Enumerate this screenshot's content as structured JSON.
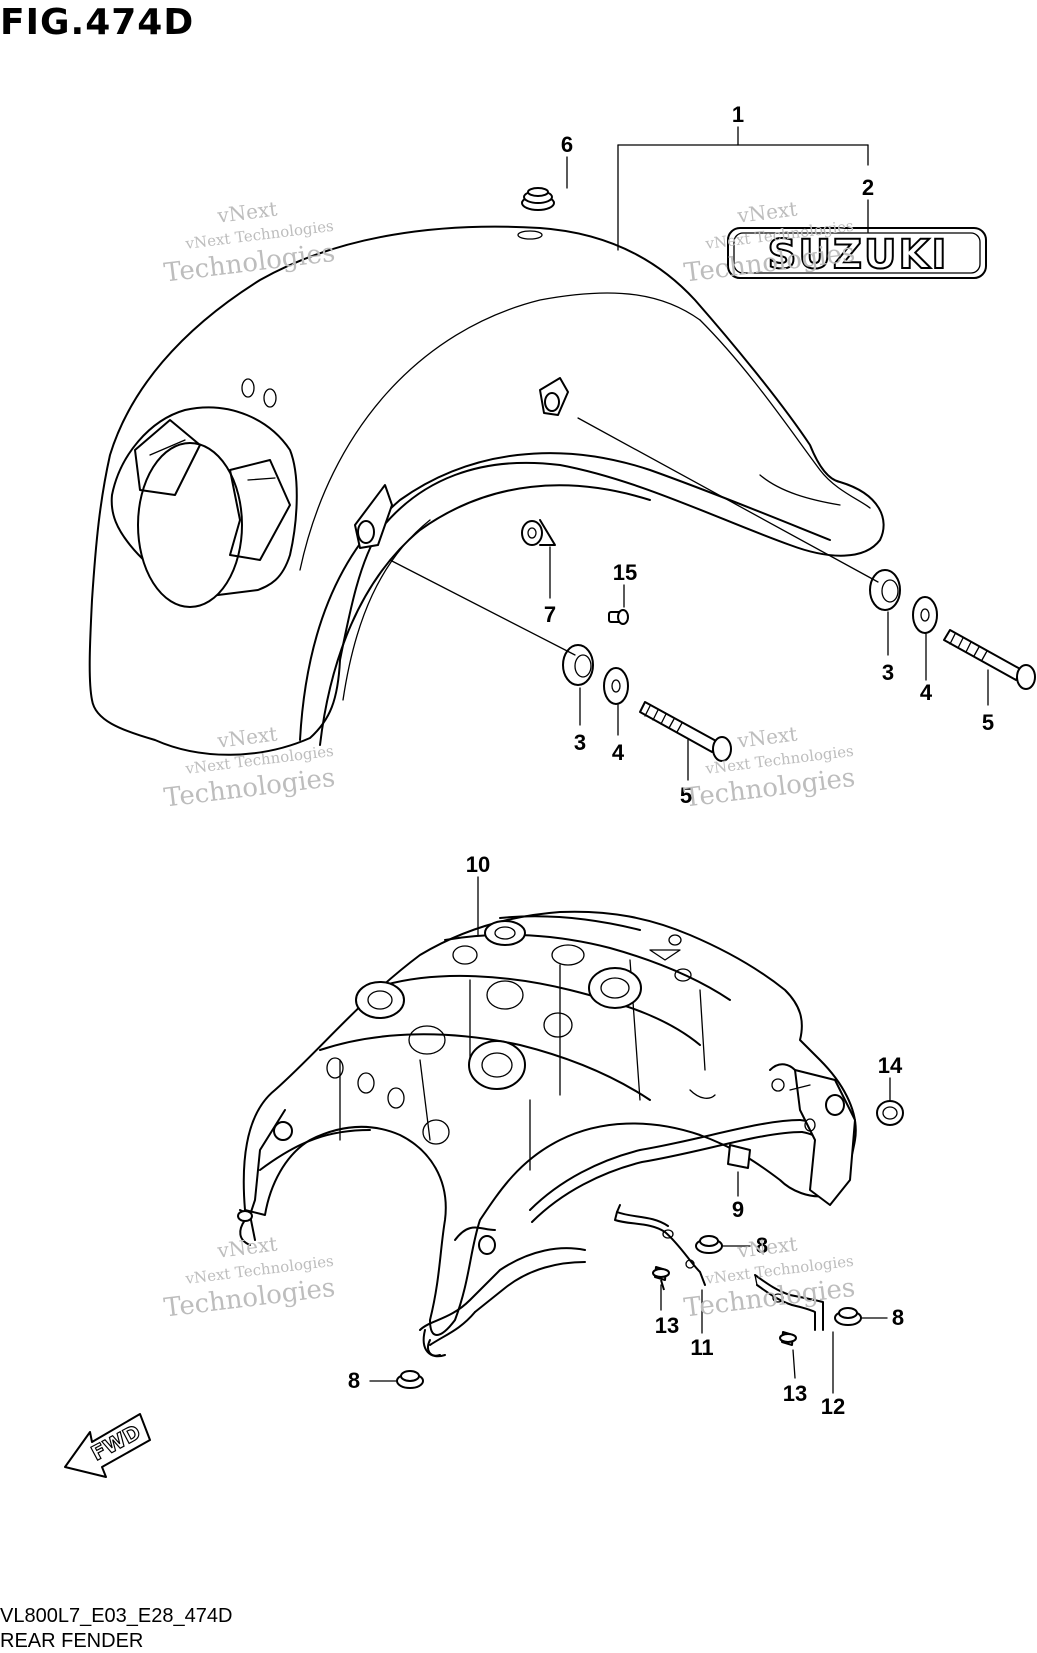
{
  "figure": {
    "title": "FIG.474D"
  },
  "footer": {
    "code": "VL800L7_E03_E28_474D",
    "name": "REAR FENDER"
  },
  "emblem": {
    "text": "SUZUKI"
  },
  "fwd_arrow": {
    "text": "FWD"
  },
  "watermark": {
    "line1": "vNext",
    "line2": "vNext Technologies",
    "line3": "Technologies"
  },
  "callouts": {
    "c1": "1",
    "c2": "2",
    "c3a": "3",
    "c3b": "3",
    "c4a": "4",
    "c4b": "4",
    "c5a": "5",
    "c5b": "5",
    "c6": "6",
    "c7": "7",
    "c8a": "8",
    "c8b": "8",
    "c8c": "8",
    "c9": "9",
    "c10": "10",
    "c11": "11",
    "c12": "12",
    "c13a": "13",
    "c13b": "13",
    "c14": "14",
    "c15": "15"
  }
}
